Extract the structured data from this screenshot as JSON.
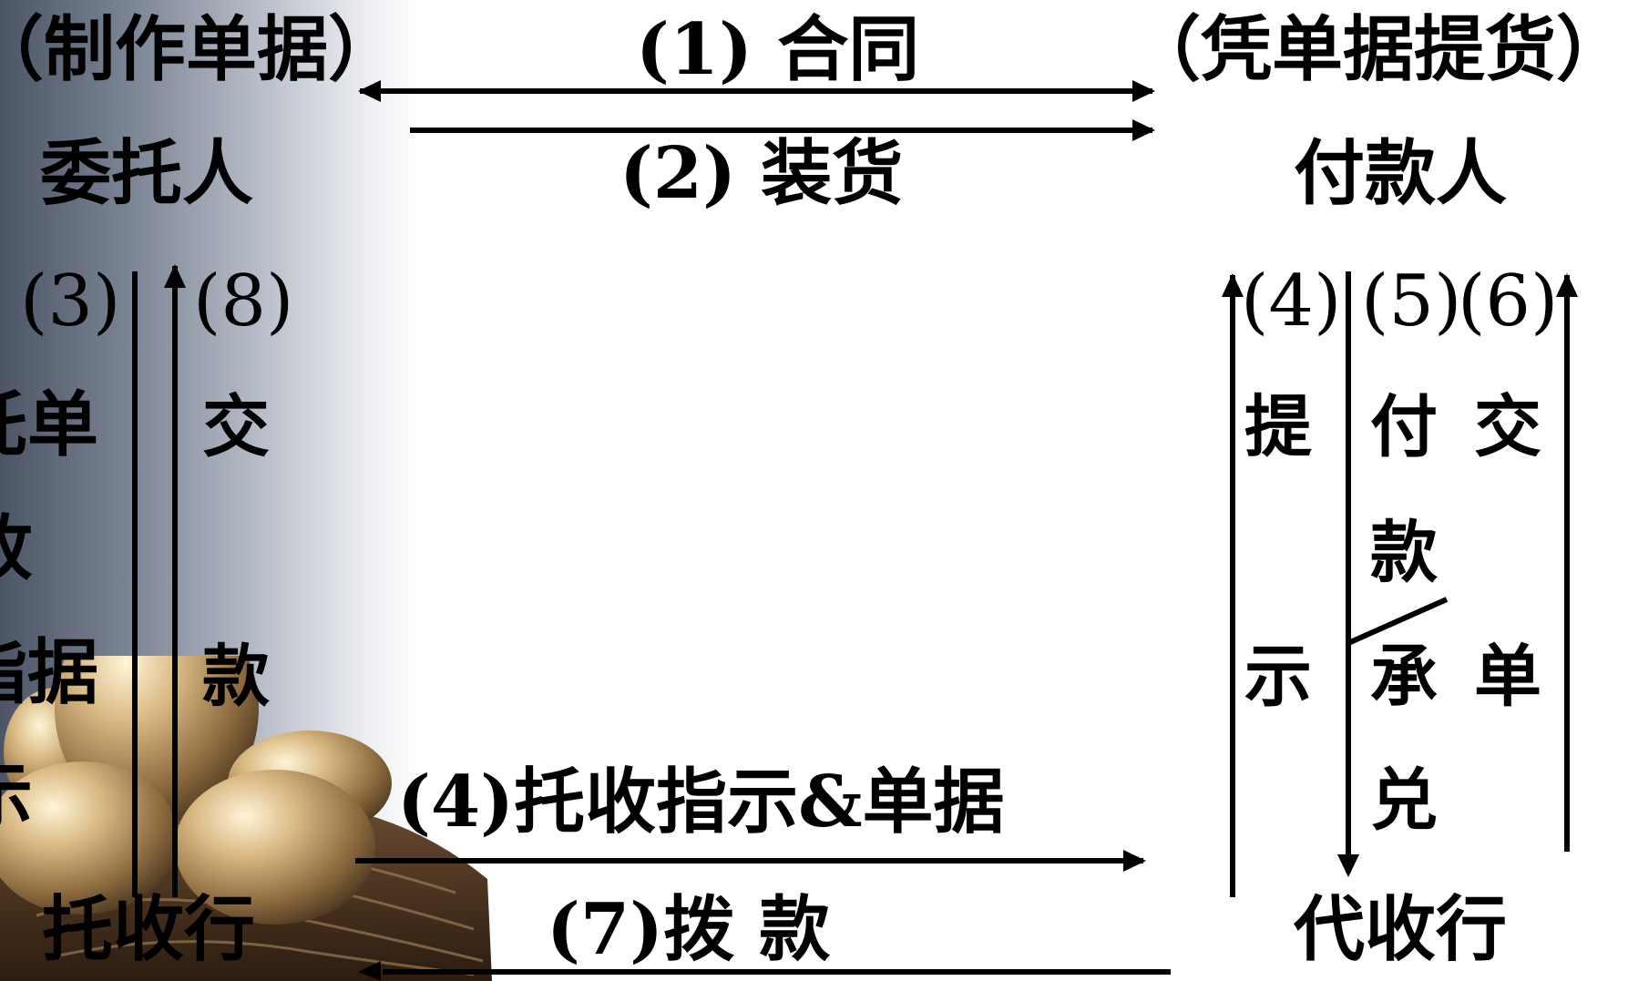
{
  "nodes": {
    "consignor_note": "（制作单据）",
    "consignor": "委托人",
    "payer_note": "（凭单据提货）",
    "payer": "付款人",
    "remitting_bank": "托收行",
    "collecting_bank": "代收行"
  },
  "flows": {
    "f1": "(1) 合同",
    "f2": "(2) 装货",
    "f3_num": "(3)",
    "f3_chars": [
      "托单",
      "收",
      "指据",
      "示"
    ],
    "f8_num": "(8)",
    "f8_chars": [
      "交",
      "款"
    ],
    "f4_num": "(4)",
    "f4_chars": [
      "提",
      "示"
    ],
    "f5_num": "(5)",
    "f5_chars": [
      "付",
      "款",
      "承",
      "兑"
    ],
    "f6_num": "(6)",
    "f6_chars": [
      "交",
      "单"
    ],
    "f4_bottom": "(4)托收指示&单据",
    "f7": "(7)拨  款"
  }
}
